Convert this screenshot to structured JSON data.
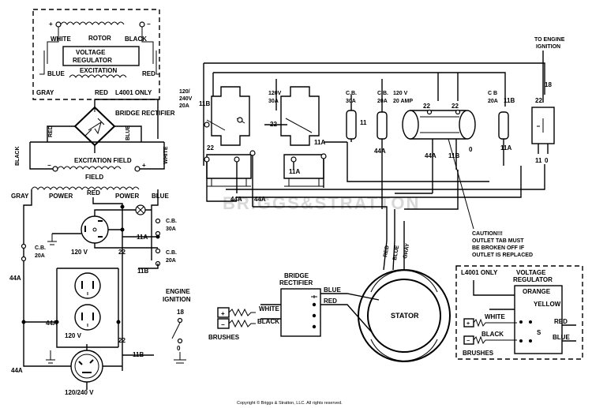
{
  "labels": {
    "rotor": "ROTOR",
    "white": "WHITE",
    "black": "BLACK",
    "voltage_regulator": "VOLTAGE REGULATOR",
    "excitation": "EXCITATION",
    "blue": "BLUE",
    "red": "RED",
    "gray": "GRAY",
    "l4001_only": "L4001 ONLY",
    "bridge_rectifier": "BRIDGE RECTIFIER",
    "excitation_field": "EXCITATION FIELD",
    "power": "POWER",
    "cb_30a": "C.B. 30A",
    "cb_20a": "C.B. 20A",
    "v120": "120 V",
    "v120_240": "120/240 V",
    "engine_ignition": "ENGINE IGNITION",
    "to_engine_ignition": "TO ENGINE IGNITION",
    "panel_120_240": "120/ 240V 20A",
    "panel_120v_30a": "120V 30A",
    "panel_cb30a": "C.B. 30A",
    "panel_cb20a": "C.B. 20A",
    "panel_120v_20amp": "120 V 20 AMP",
    "panel_cb20a_b": "C B 20A",
    "caution": "CAUTION!!! OUTLET TAB MUST BE BROKEN OFF IF OUTLET IS REPLACED",
    "stator": "STATOR",
    "brushes": "BRUSHES",
    "orange": "ORANGE",
    "yellow": "YELLOW",
    "s": "S",
    "plus": "+",
    "minus": "−",
    "w_11a": "11A",
    "w_11b": "11B",
    "w_22": "22",
    "w_44a": "44A",
    "w_18": "18",
    "w_11": "11",
    "w_0": "0",
    "watermark": "BRIGGS&STRATTON",
    "copyright": "Copyright © Briggs & Stratton, LLC. All rights reserved."
  }
}
